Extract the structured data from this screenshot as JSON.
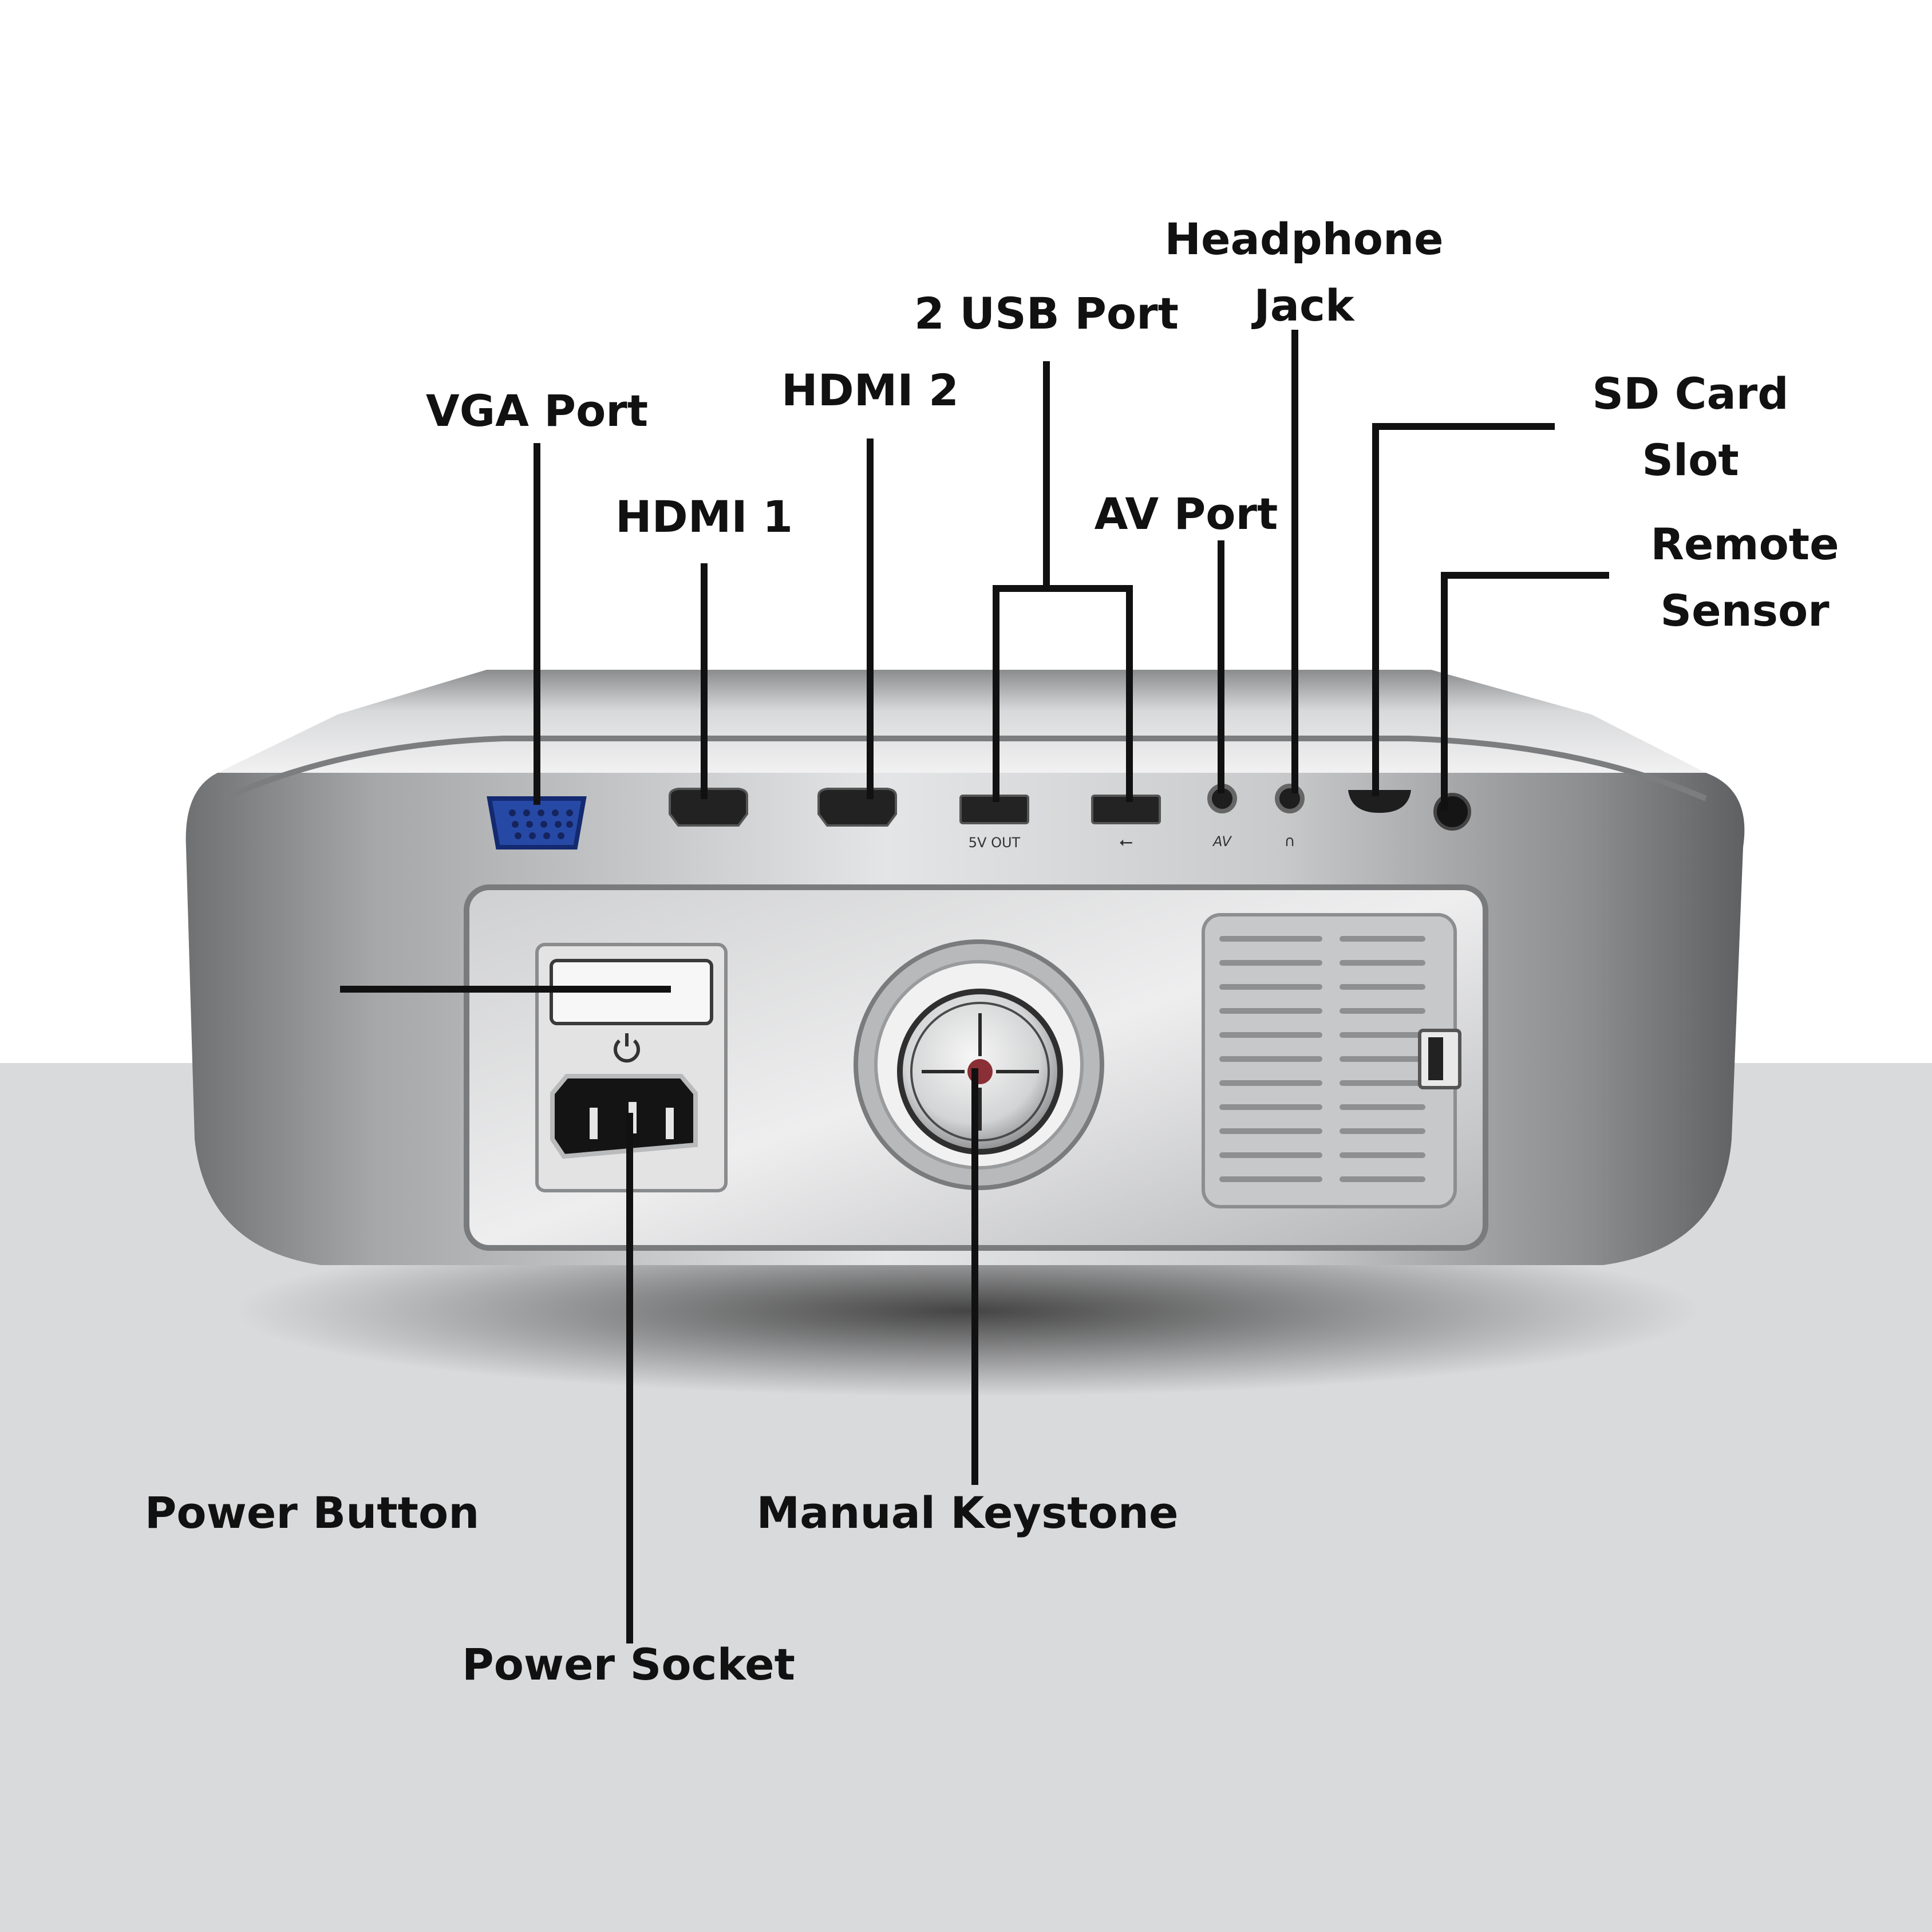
{
  "labels": {
    "vga_port": "VGA Port",
    "hdmi_1": "HDMI 1",
    "hdmi_2": "HDMI 2",
    "usb_port": "2 USB Port",
    "av_port": "AV Port",
    "headphone_jack": [
      "Headphone",
      "Jack"
    ],
    "sd_card_slot": [
      "SD Card",
      "Slot"
    ],
    "remote_sensor": [
      "Remote",
      "Sensor"
    ],
    "power_button": "Power Button",
    "power_socket": "Power Socket",
    "manual_keystone": "Manual Keystone"
  },
  "port_markings": {
    "usb_5v_out": "5V OUT",
    "av": "AV"
  },
  "colors": {
    "background_top": "#ffffff",
    "background_floor": "#d9dadc",
    "projector_body": "#a9aaab",
    "vga_connector": "#2749a6",
    "leader_lines": "#111111",
    "label_text": "#111111"
  }
}
